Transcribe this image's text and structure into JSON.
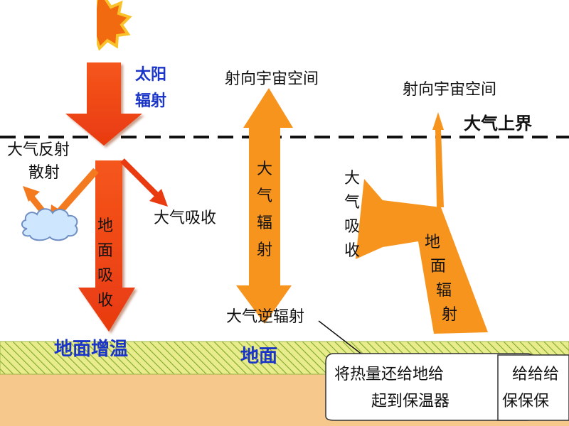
{
  "labels": {
    "solar_radiation_1": "太阳",
    "solar_radiation_2": "辐射",
    "space_left": "射向宇宙空间",
    "space_right": "射向宇宙空间",
    "atmosphere_top": "大气上界",
    "reflect_scatter_1": "大气反射",
    "reflect_scatter_2": "散射",
    "atm_absorb": "大气吸收",
    "ground_absorb": [
      "地",
      "面",
      "吸",
      "收"
    ],
    "atm_radiation": [
      "大",
      "气",
      "辐",
      "射"
    ],
    "atm_absorb_vertical": [
      "大",
      "气",
      "吸",
      "收"
    ],
    "ground_radiation": [
      "地",
      "面",
      "辐",
      "射"
    ],
    "counter_radiation": "大气逆辐射",
    "ground_warming": "地面增温",
    "ground": "地面",
    "callout_1_line1": "将热量还给地给",
    "callout_1_line2": "起到保温器",
    "callout_2_line1": "给给给",
    "callout_2_line2": "保保保"
  },
  "colors": {
    "solar_arrow": "#f0420f",
    "solar_arrow_dark": "#d8300a",
    "orange_arrow": "#f7941d",
    "ground_stripe_bg": "#e8ec8c",
    "ground_stripe_line": "#7fa82c",
    "soil": "#f6c88b",
    "label_blue": "#1a35c8"
  }
}
